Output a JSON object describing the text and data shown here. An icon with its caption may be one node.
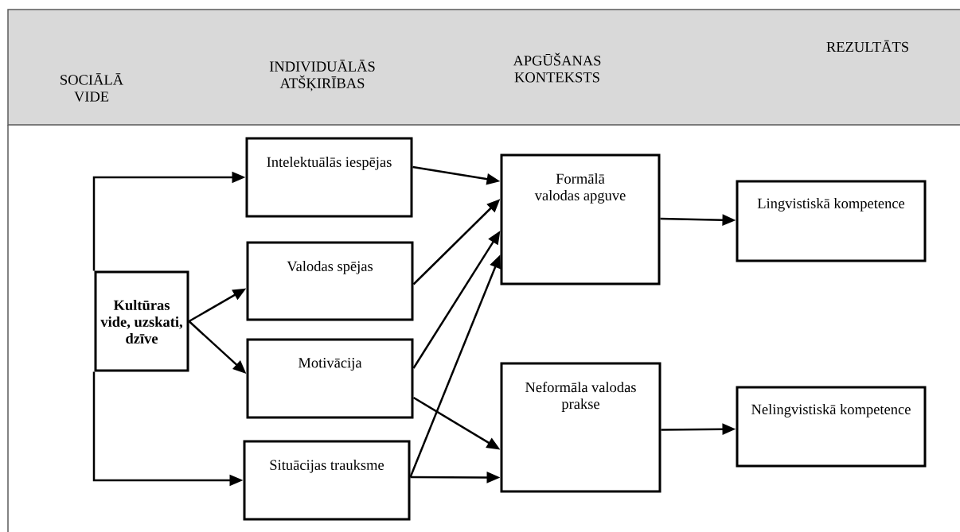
{
  "diagram": {
    "nodes": [
      {
        "text": [
          "SOCIĀLĀ VIDE",
          "INDIVIDUĀLĀS ATŠĶIRĪBAS",
          "APGŪŠANAS KONTEKSTS",
          "REZULTĀTS"
        ]
      },
      {
        "text": [
          "Kultūras vide, uzskati, dzīve"
        ]
      },
      {
        "text": [
          "Intelektuālās iespējas"
        ]
      },
      {
        "text": [
          "Valodas spējas"
        ]
      },
      {
        "text": [
          "Motivācija"
        ]
      },
      {
        "text": [
          "Situācijas trauksme"
        ]
      },
      {
        "text": [
          "Formālā valodas apguve"
        ]
      },
      {
        "text": [
          "Neformāla valodas prakse"
        ]
      },
      {
        "text": [
          "Lingvistiskā kompetence"
        ]
      },
      {
        "text": [
          "Nelingvistiskā kompetence"
        ]
      }
    ],
    "edges": [
      {
        "from": 1,
        "to": 2,
        "arrow": "to"
      },
      {
        "from": 1,
        "to": 3,
        "arrow": "to"
      },
      {
        "from": 1,
        "to": 4,
        "arrow": "to"
      },
      {
        "from": 1,
        "to": 5,
        "arrow": "to"
      },
      {
        "from": 2,
        "to": 6,
        "arrow": "to"
      },
      {
        "from": 3,
        "to": 6,
        "arrow": "to"
      },
      {
        "from": 4,
        "to": 6,
        "arrow": "to"
      },
      {
        "from": 5,
        "to": 6,
        "arrow": "to"
      },
      {
        "from": 4,
        "to": 7,
        "arrow": "to"
      },
      {
        "from": 5,
        "to": 7,
        "arrow": "to"
      },
      {
        "from": 6,
        "to": 8,
        "arrow": "to"
      },
      {
        "from": 7,
        "to": 9,
        "arrow": "to"
      }
    ]
  }
}
